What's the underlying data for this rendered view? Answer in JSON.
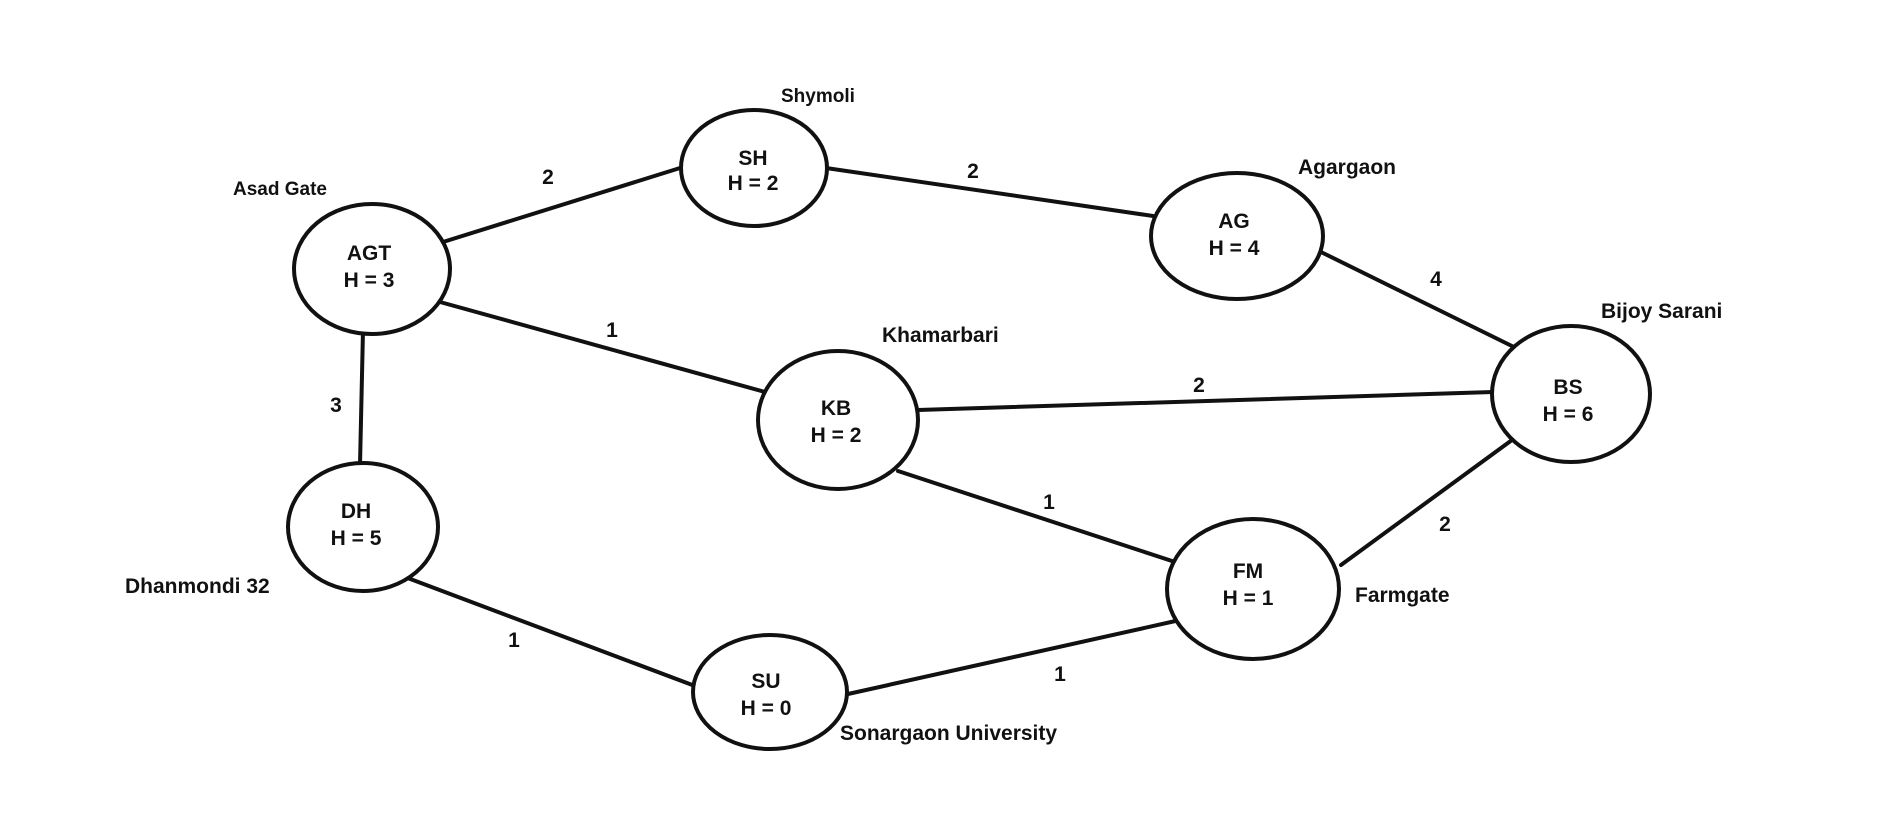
{
  "nodes": {
    "AGT": {
      "code": "AGT",
      "h": "H = 3",
      "place": "Asad Gate"
    },
    "SH": {
      "code": "SH",
      "h": "H = 2",
      "place": "Shymoli"
    },
    "AG": {
      "code": "AG",
      "h": "H = 4",
      "place": "Agargaon"
    },
    "KB": {
      "code": "KB",
      "h": "H = 2",
      "place": "Khamarbari"
    },
    "BS": {
      "code": "BS",
      "h": "H = 6",
      "place": "Bijoy Sarani"
    },
    "DH": {
      "code": "DH",
      "h": "H = 5",
      "place": "Dhanmondi 32"
    },
    "FM": {
      "code": "FM",
      "h": "H = 1",
      "place": "Farmgate"
    },
    "SU": {
      "code": "SU",
      "h": "H = 0",
      "place": "Sonargaon University"
    }
  },
  "edges": {
    "AGT_SH": {
      "from": "AGT",
      "to": "SH",
      "weight": "2"
    },
    "SH_AG": {
      "from": "SH",
      "to": "AG",
      "weight": "2"
    },
    "AG_BS": {
      "from": "AG",
      "to": "BS",
      "weight": "4"
    },
    "AGT_KB": {
      "from": "AGT",
      "to": "KB",
      "weight": "1"
    },
    "KB_BS": {
      "from": "KB",
      "to": "BS",
      "weight": "2"
    },
    "AGT_DH": {
      "from": "AGT",
      "to": "DH",
      "weight": "3"
    },
    "KB_FM": {
      "from": "KB",
      "to": "FM",
      "weight": "1"
    },
    "BS_FM": {
      "from": "BS",
      "to": "FM",
      "weight": "2"
    },
    "DH_SU": {
      "from": "DH",
      "to": "SU",
      "weight": "1"
    },
    "SU_FM": {
      "from": "SU",
      "to": "FM",
      "weight": "1"
    }
  }
}
